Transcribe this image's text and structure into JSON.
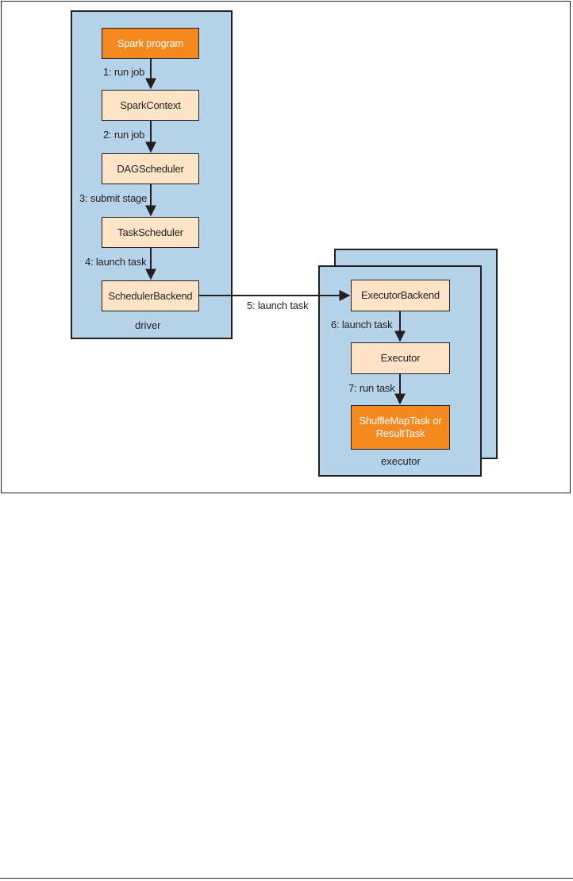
{
  "driver": {
    "caption": "driver",
    "nodes": {
      "spark_program": "Spark program",
      "spark_context": "SparkContext",
      "dag_scheduler": "DAGScheduler",
      "task_scheduler": "TaskScheduler",
      "scheduler_backend": "SchedulerBackend"
    },
    "edges": {
      "e1": "1: run job",
      "e2": "2: run job",
      "e3": "3: submit stage",
      "e4": "4: launch task"
    }
  },
  "cross_edge": {
    "e5": "5: launch task"
  },
  "executor": {
    "caption": "executor",
    "nodes": {
      "executor_backend": "ExecutorBackend",
      "executor": "Executor",
      "task_line1": "ShuffleMapTask or",
      "task_line2": "ResultTask"
    },
    "edges": {
      "e6": "6: launch task",
      "e7": "7: run task"
    }
  },
  "colors": {
    "container_fill": "#b5d4ea",
    "node_fill": "#fde4c6",
    "accent_fill": "#f5891f",
    "stroke": "#231f20"
  }
}
